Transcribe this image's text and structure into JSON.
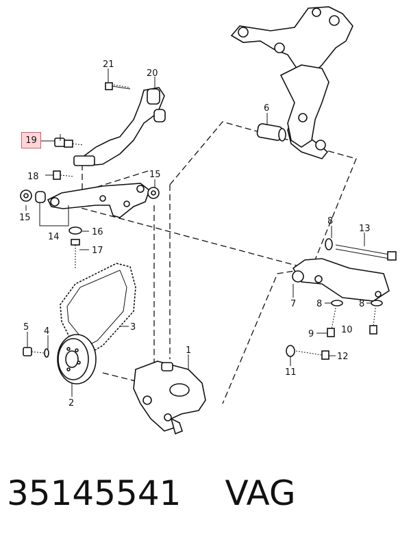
{
  "diagram": {
    "callout_highlighted": "19",
    "labels": {
      "l1": "1",
      "l2": "2",
      "l3": "3",
      "l4": "4",
      "l5": "5",
      "l6": "6",
      "l7": "7",
      "l8a": "8",
      "l8b": "8",
      "l8c": "8",
      "l9": "9",
      "l10": "10",
      "l11": "11",
      "l12": "12",
      "l13": "13",
      "l14": "14",
      "l15a": "15",
      "l15b": "15",
      "l16": "16",
      "l17": "17",
      "l18": "18",
      "l20": "20",
      "l21": "21"
    }
  },
  "footer": {
    "part_number": "35145541",
    "brand": "VAG"
  },
  "colors": {
    "highlight_fill": "#ffd6da",
    "highlight_border": "#e05566",
    "line": "#111111"
  }
}
